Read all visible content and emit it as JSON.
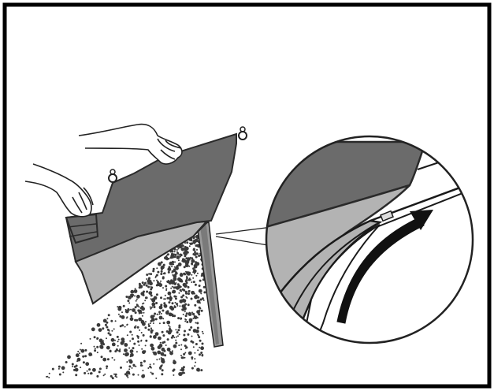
{
  "illustration": {
    "colors": {
      "frame": "#000000",
      "bag_dark": "#6b6b6b",
      "bag_light": "#b3b3b3",
      "outline": "#2a2a2a",
      "particles": "#3a3a3a",
      "background": "#ffffff"
    },
    "elements": [
      "left-hand-icon",
      "right-hand-icon",
      "hopper-bag",
      "spout-flap",
      "falling-particles",
      "magnifier-circle",
      "curved-arrow-icon"
    ]
  }
}
